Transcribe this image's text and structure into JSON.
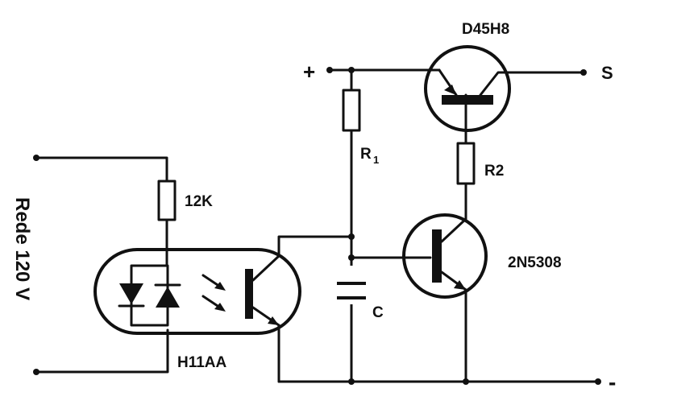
{
  "labels": {
    "q_top": "D45H8",
    "out_terminal": "S",
    "plus_terminal": "+",
    "minus_terminal": "-",
    "r1": "R",
    "r1_sub": "1",
    "r2": "R2",
    "r_input": "12K",
    "q_bottom": "2N5308",
    "capacitor": "C",
    "optocoupler": "H11AA",
    "mains": "Rede 120 V"
  },
  "colors": {
    "ink": "#111111",
    "paper": "#ffffff"
  }
}
